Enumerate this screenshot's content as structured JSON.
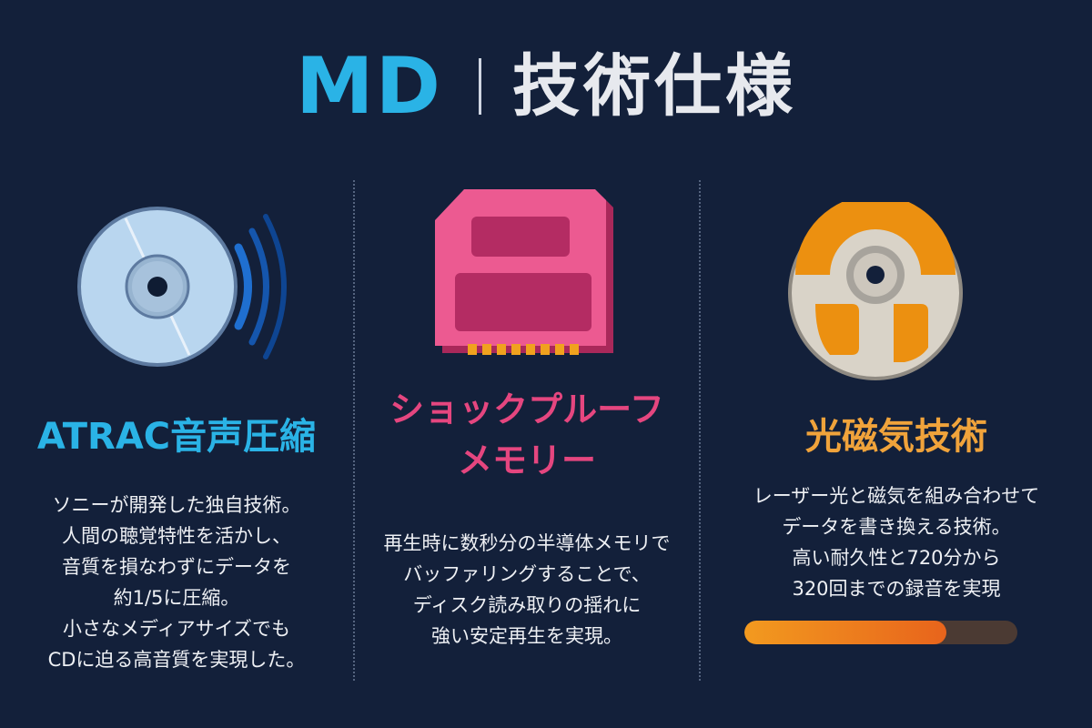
{
  "header": {
    "title_prefix": "MD",
    "title_main": "技術仕様"
  },
  "colors": {
    "background": "#13203a",
    "accent_blue": "#2ab3e6",
    "accent_pink": "#e5467f",
    "accent_orange": "#f0a33b"
  },
  "features": [
    {
      "icon": "compact-disc-sound-icon",
      "heading_lines": [
        "ATRAC音声圧縮"
      ],
      "description_lines": [
        "ソニーが開発した独自技術。",
        "人間の聴覚特性を活かし、",
        "音質を損なわずにデータを",
        "約1/5に圧縮。",
        "小さなメディアサイズでも",
        "CDに迫る高音質を実現した。"
      ]
    },
    {
      "icon": "memory-card-icon",
      "heading_lines": [
        "ショックプルーフ",
        "メモリー"
      ],
      "description_lines": [
        "再生時に数秒分の半導体メモリで",
        "バッファリングすることで、",
        "ディスク読み取りの揺れに",
        "強い安定再生を実現。"
      ]
    },
    {
      "icon": "magneto-optical-disc-icon",
      "heading_lines": [
        "光磁気技術"
      ],
      "description_lines": [
        "レーザー光と磁気を組み合わせて",
        "データを書き換える技術。",
        "高い耐久性と720分から",
        "320回までの録音を実現"
      ],
      "progress_fraction": 0.74
    }
  ]
}
